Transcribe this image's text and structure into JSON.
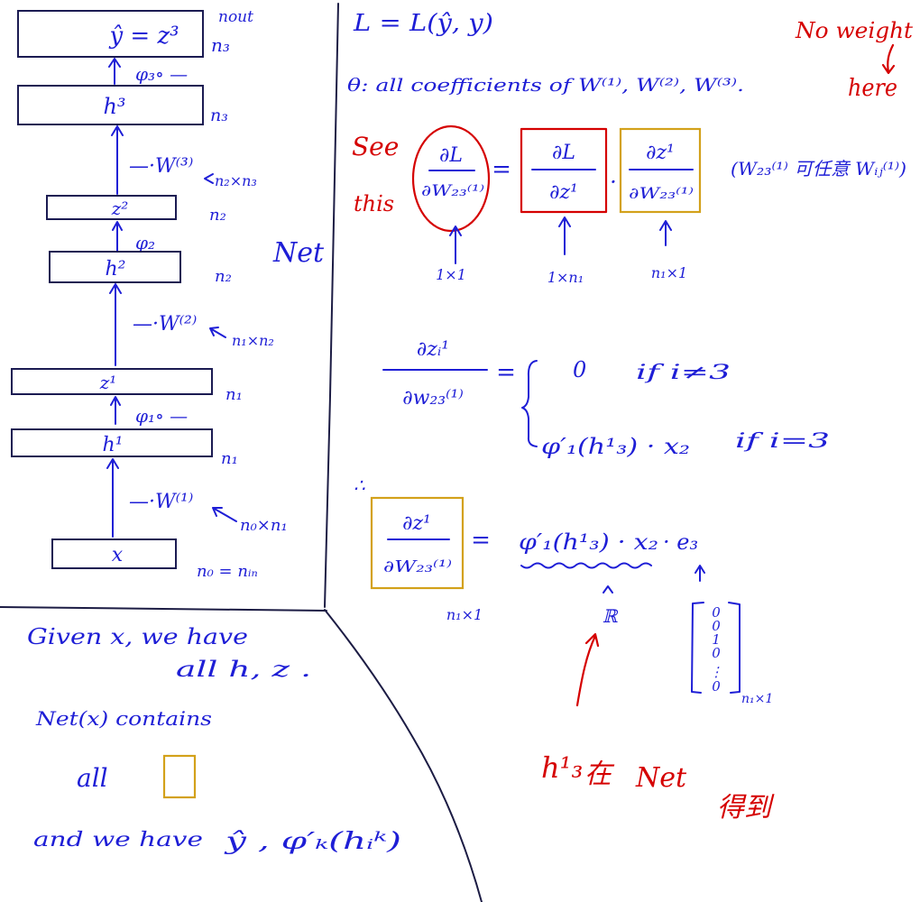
{
  "colors": {
    "blue_ink": "#1e1ed6",
    "red_ink": "#d50000",
    "frame_ink": "#1b1b52",
    "highlight_orange": "#d3a11a"
  },
  "network": {
    "output": {
      "label": "ŷ = z³",
      "size_top": "nout",
      "size": "n₃"
    },
    "phi3": "φ₃∘ —",
    "h3": {
      "label": "h³",
      "size": "n₃"
    },
    "w3": {
      "label": "—·W⁽³⁾",
      "shape": "n₂×n₃"
    },
    "z2": {
      "label": "z²",
      "size": "n₂"
    },
    "phi2": "φ₂",
    "h2": {
      "label": "h²",
      "size": "n₂"
    },
    "w2": {
      "label": "—·W⁽²⁾",
      "shape": "n₁×n₂"
    },
    "net_label": "Net",
    "z1": {
      "label": "z¹",
      "size": "n₁"
    },
    "phi1": "φ₁∘ —",
    "h1": {
      "label": "h¹",
      "size": "n₁"
    },
    "w1": {
      "label": "—·W⁽¹⁾",
      "shape": "n₀×n₁"
    },
    "input": {
      "label": "x",
      "size": "n₀ = nᵢₙ"
    }
  },
  "summary": {
    "line1": "Given x, we have",
    "line2": "all h, z .",
    "line3": "Net(x) contains",
    "line4": "all",
    "line5": "and we have",
    "line5_math": "ŷ , φ′ₖ(hᵢᵏ)"
  },
  "derivation": {
    "loss": "L = L(ŷ, y)",
    "theta": "θ: all coefficients of W⁽¹⁾, W⁽²⁾, W⁽³⁾.",
    "note_no_weight": [
      "No weight",
      "here"
    ],
    "see_this": [
      "See",
      "this"
    ],
    "chain_rule": {
      "lhs": {
        "num": "∂L",
        "den": "∂W₂₃⁽¹⁾",
        "shape": "1×1"
      },
      "equals": "=",
      "factor1": {
        "num": "∂L",
        "den": "∂z¹",
        "shape": "1×n₁"
      },
      "dot": "·",
      "factor2": {
        "num": "∂z¹",
        "den": "∂W₂₃⁽¹⁾",
        "shape": "n₁×1"
      },
      "remark": "(W₂₃⁽¹⁾ 可任意 Wᵢⱼ⁽¹⁾)"
    },
    "piecewise": {
      "num": "∂zᵢ¹",
      "den": "∂w₂₃⁽¹⁾",
      "equals": "=",
      "case_zero": {
        "value": "0",
        "condition": "if i≠3"
      },
      "case_three": {
        "value": "φ′₁(h¹₃) · x₂",
        "condition": "if i=3"
      }
    },
    "therefore": "∴",
    "result": {
      "num": "∂z¹",
      "den": "∂W₂₃⁽¹⁾",
      "equals": "=",
      "scalar": "φ′₁(h¹₃) · x₂",
      "basis": "· e₃",
      "shape": "n₁×1",
      "scalar_space": "ℝ"
    },
    "vector": {
      "entries": [
        "0",
        "0",
        "1",
        "0",
        "⋮",
        "0"
      ],
      "shape": "n₁×1"
    },
    "red_note": [
      "h¹₃",
      "在",
      "Net",
      "得到"
    ]
  }
}
